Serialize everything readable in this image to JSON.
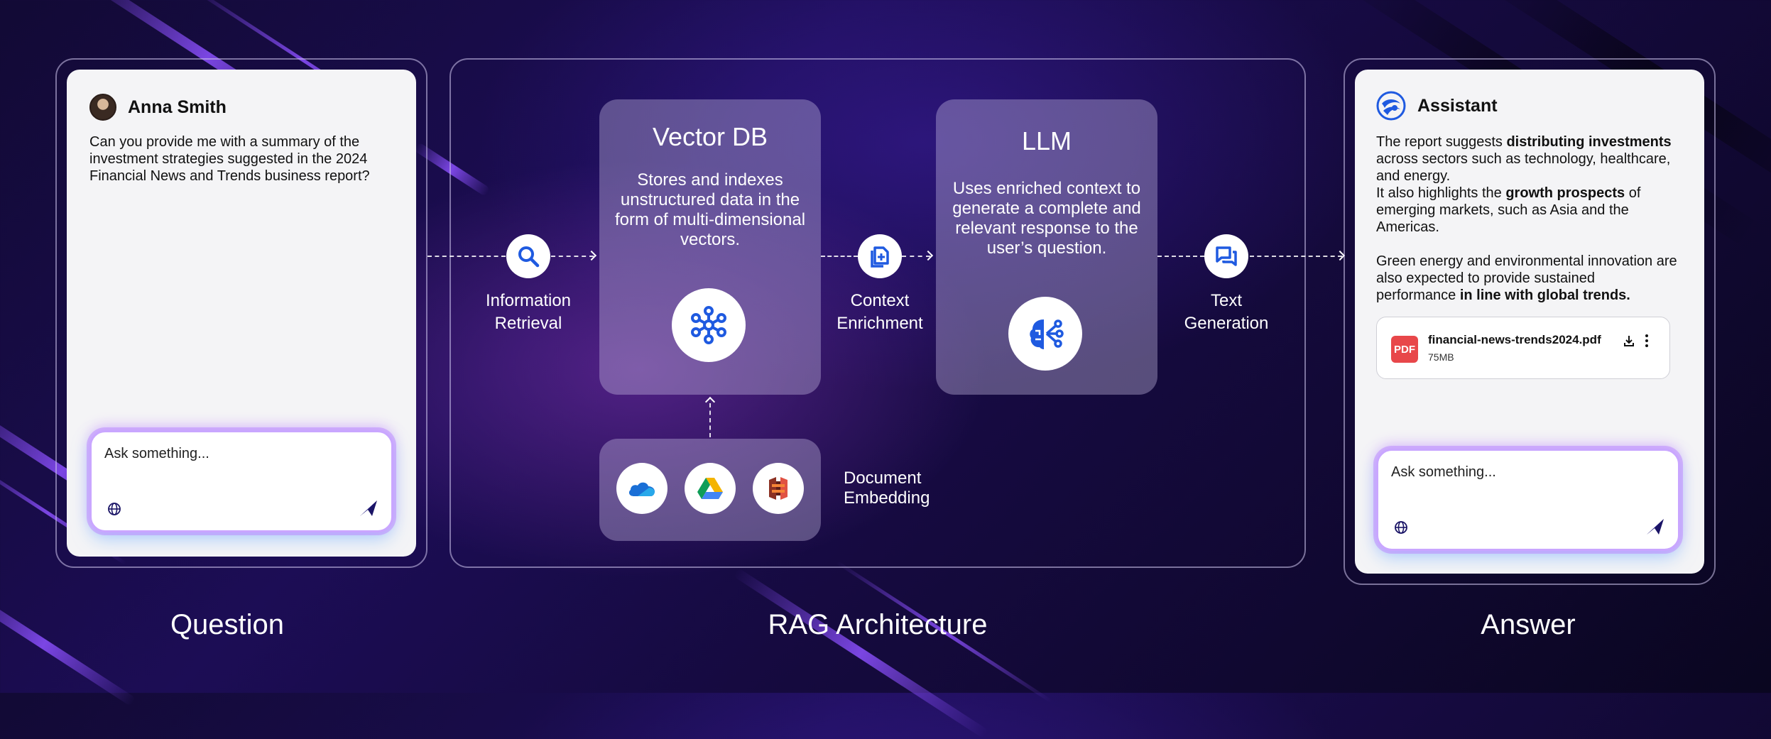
{
  "question": {
    "user_name": "Anna Smith",
    "message": "Can you provide me with a summary of the investment strategies suggested in the 2024 Financial News and Trends business report?",
    "input_placeholder": "Ask something...",
    "caption": "Question"
  },
  "rag": {
    "caption": "RAG Architecture",
    "steps": {
      "retrieval": "Information\nRetrieval",
      "enrichment": "Context\nEnrichment",
      "generation": "Text\nGeneration",
      "embedding": "Document\nEmbedding"
    },
    "vector_db": {
      "title": "Vector DB",
      "description": "Stores and indexes unstructured data in the form of multi-dimensional vectors."
    },
    "llm": {
      "title": "LLM",
      "description": "Uses enriched context to generate a complete and relevant response to the user’s question."
    },
    "sources": [
      "onedrive-icon",
      "google-drive-icon",
      "aws-s3-icon"
    ]
  },
  "answer": {
    "assistant_name": "Assistant",
    "p1_a": "The report suggests ",
    "p1_b": "distributing investments",
    "p1_c": " across sectors such as technology, healthcare, and energy.",
    "p2_a": "It also highlights the ",
    "p2_b": "growth prospects",
    "p2_c": " of emerging markets, such as Asia and the Americas.",
    "p3_a": "Green energy and environmental innovation are also expected to provide sustained performance ",
    "p3_b": "in line with global trends.",
    "attachment": {
      "badge": "PDF",
      "file_name": "financial-news-trends2024.pdf",
      "size": "75MB"
    },
    "input_placeholder": "Ask something...",
    "caption": "Answer"
  },
  "colors": {
    "accent_blue": "#1f5ae0",
    "pdf_red": "#e8474a",
    "send_navy": "#1a1466"
  }
}
